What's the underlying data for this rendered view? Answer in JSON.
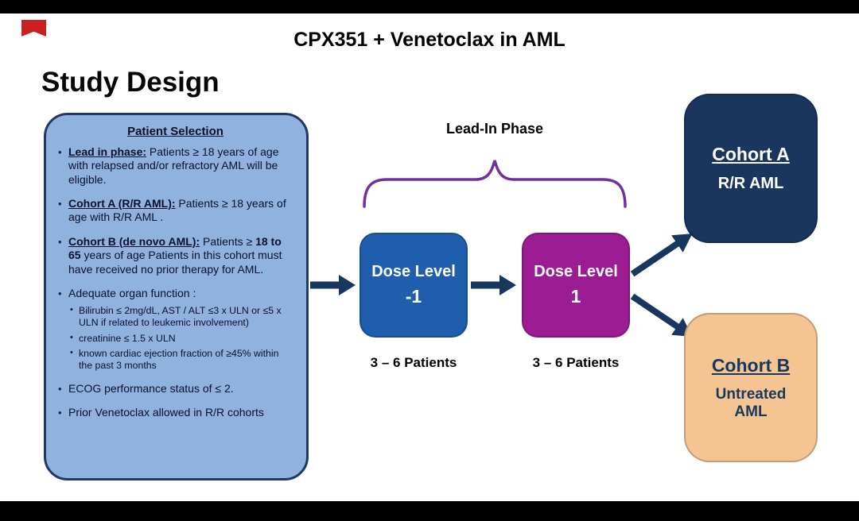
{
  "colors": {
    "navy": "#17375E",
    "light_blue_panel": "#8FB3DE",
    "panel_border": "#1F3864",
    "dose1_bg": "#1F5DAD",
    "dose2_bg": "#9C1C94",
    "cohort_a_bg": "#1A365F",
    "cohort_b_bg": "#F4C592",
    "brace": "#7030A0",
    "logo_red": "#CC1F1F"
  },
  "header": {
    "title": "CPX351 + Venetoclax in AML",
    "heading": "Study Design"
  },
  "patient_selection": {
    "title": "Patient Selection",
    "bullets": {
      "b1": {
        "lead": "Lead in phase:",
        "text": " Patients ≥ 18 years of age with relapsed and/or refractory AML will be eligible."
      },
      "b2": {
        "lead": "Cohort A (R/R AML):",
        "text": " Patients ≥ 18 years of age with R/R AML ."
      },
      "b3": {
        "lead": "Cohort B (de novo AML):",
        "pre": " Patients ≥ ",
        "bold": "18 to 65",
        "post": " years of age Patients in this cohort must have received no prior therapy for AML."
      },
      "b4": {
        "text": "Adequate organ function :"
      },
      "b4_sub": {
        "s1": "Bilirubin ≤ 2mg/dL, AST / ALT ≤3 x ULN or ≤5 x ULN if related to leukemic involvement)",
        "s2": "creatinine ≤ 1.5 x ULN",
        "s3": "known cardiac ejection fraction of ≥45% within the past 3 months"
      },
      "b5": {
        "text": "ECOG performance status of ≤ 2."
      },
      "b6": {
        "text": "Prior Venetoclax allowed in R/R cohorts"
      }
    }
  },
  "lead_in_phase": {
    "label": "Lead-In Phase"
  },
  "dose_levels": {
    "d1": {
      "label": "Dose Level",
      "value": "-1",
      "patients": "3 – 6 Patients"
    },
    "d2": {
      "label": "Dose Level",
      "value": "1",
      "patients": "3 – 6 Patients"
    }
  },
  "cohorts": {
    "a": {
      "title": "Cohort A",
      "subtitle": "R/R AML"
    },
    "b": {
      "title": "Cohort B",
      "subtitle": "Untreated AML"
    }
  }
}
